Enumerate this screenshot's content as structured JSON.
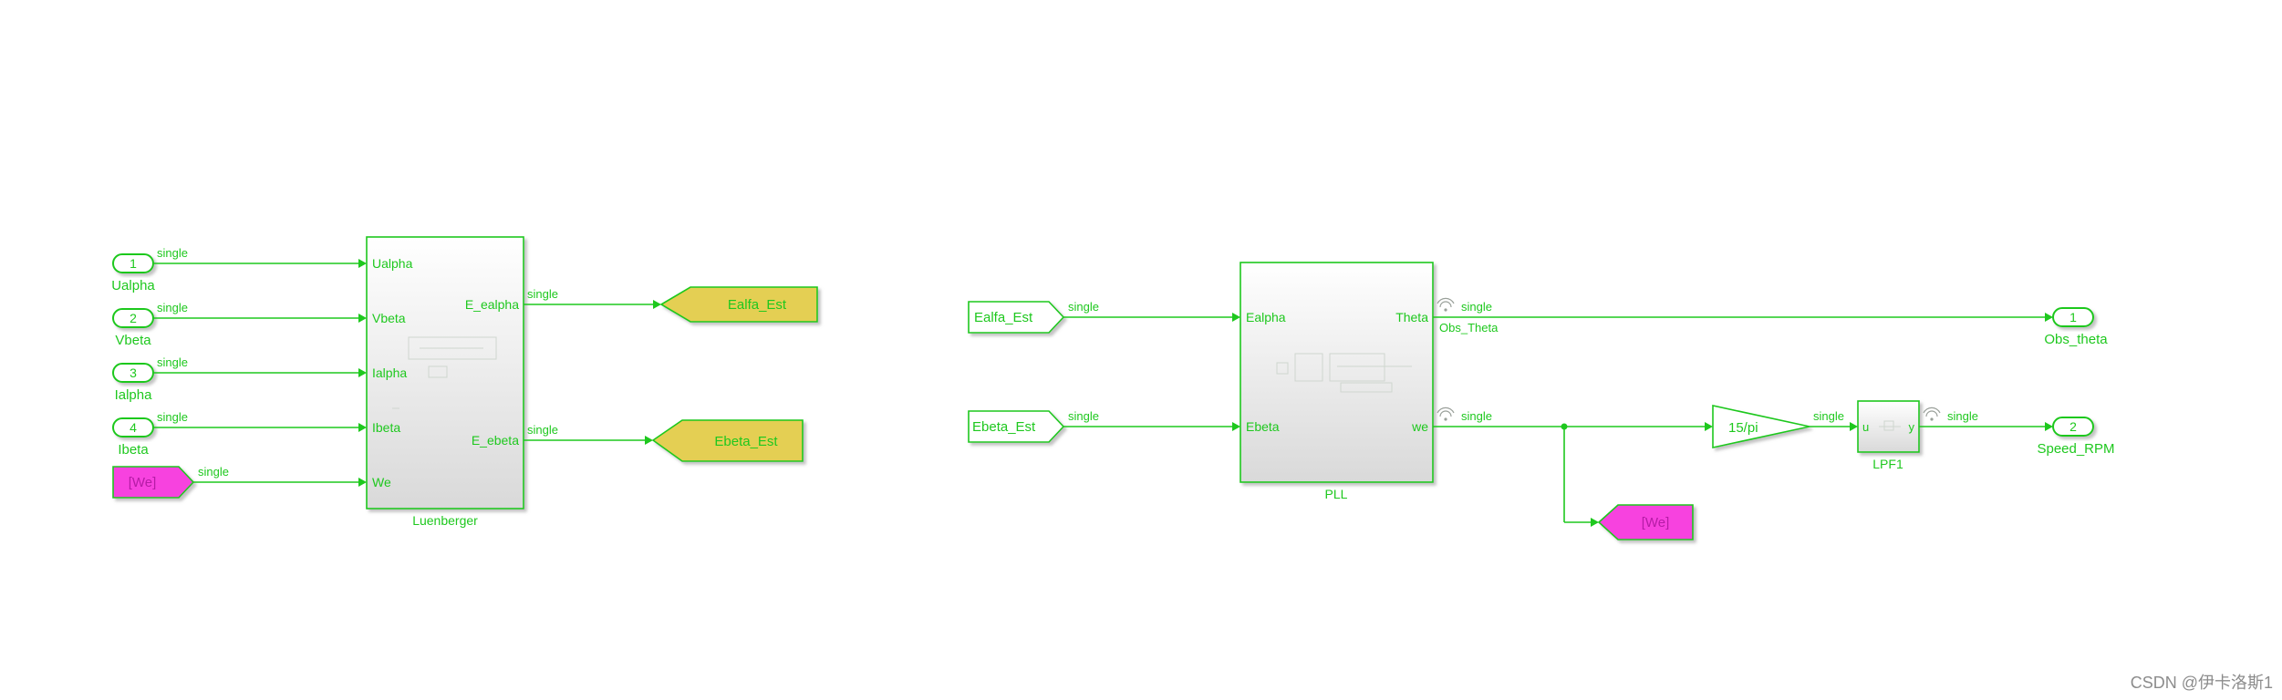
{
  "signal_type": "single",
  "colors": {
    "line": "#1ec81e",
    "goto_yellow": "#e4cf52",
    "goto_magenta": "#f742df",
    "block_fill_top": "#ffffff",
    "block_fill_bottom": "#d9d9d9"
  },
  "inports": [
    {
      "num": "1",
      "name": "Ualpha"
    },
    {
      "num": "2",
      "name": "Vbeta"
    },
    {
      "num": "3",
      "name": "Ialpha"
    },
    {
      "num": "4",
      "name": "Ibeta"
    }
  ],
  "from_we_left": "[We]",
  "luenberger": {
    "name": "Luenberger",
    "inputs": [
      "Ualpha",
      "Vbeta",
      "Ialpha",
      "Ibeta",
      "We"
    ],
    "outputs": [
      "E_ealpha",
      "E_ebeta"
    ]
  },
  "goto_ealfa": "Ealfa_Est",
  "goto_ebeta": "Ebeta_Est",
  "from_ealfa": "Ealfa_Est",
  "from_ebeta": "Ebeta_Est",
  "pll": {
    "name": "PLL",
    "inputs": [
      "Ealpha",
      "Ebeta"
    ],
    "outputs": [
      "Theta",
      "we"
    ],
    "signal_name": "Obs_Theta"
  },
  "gain": "15/pi",
  "lpf": {
    "name": "LPF1",
    "in": "u",
    "out": "y"
  },
  "goto_we": "[We]",
  "outports": [
    {
      "num": "1",
      "name": "Obs_theta"
    },
    {
      "num": "2",
      "name": "Speed_RPM"
    }
  ],
  "watermark": "CSDN @伊卡洛斯1"
}
